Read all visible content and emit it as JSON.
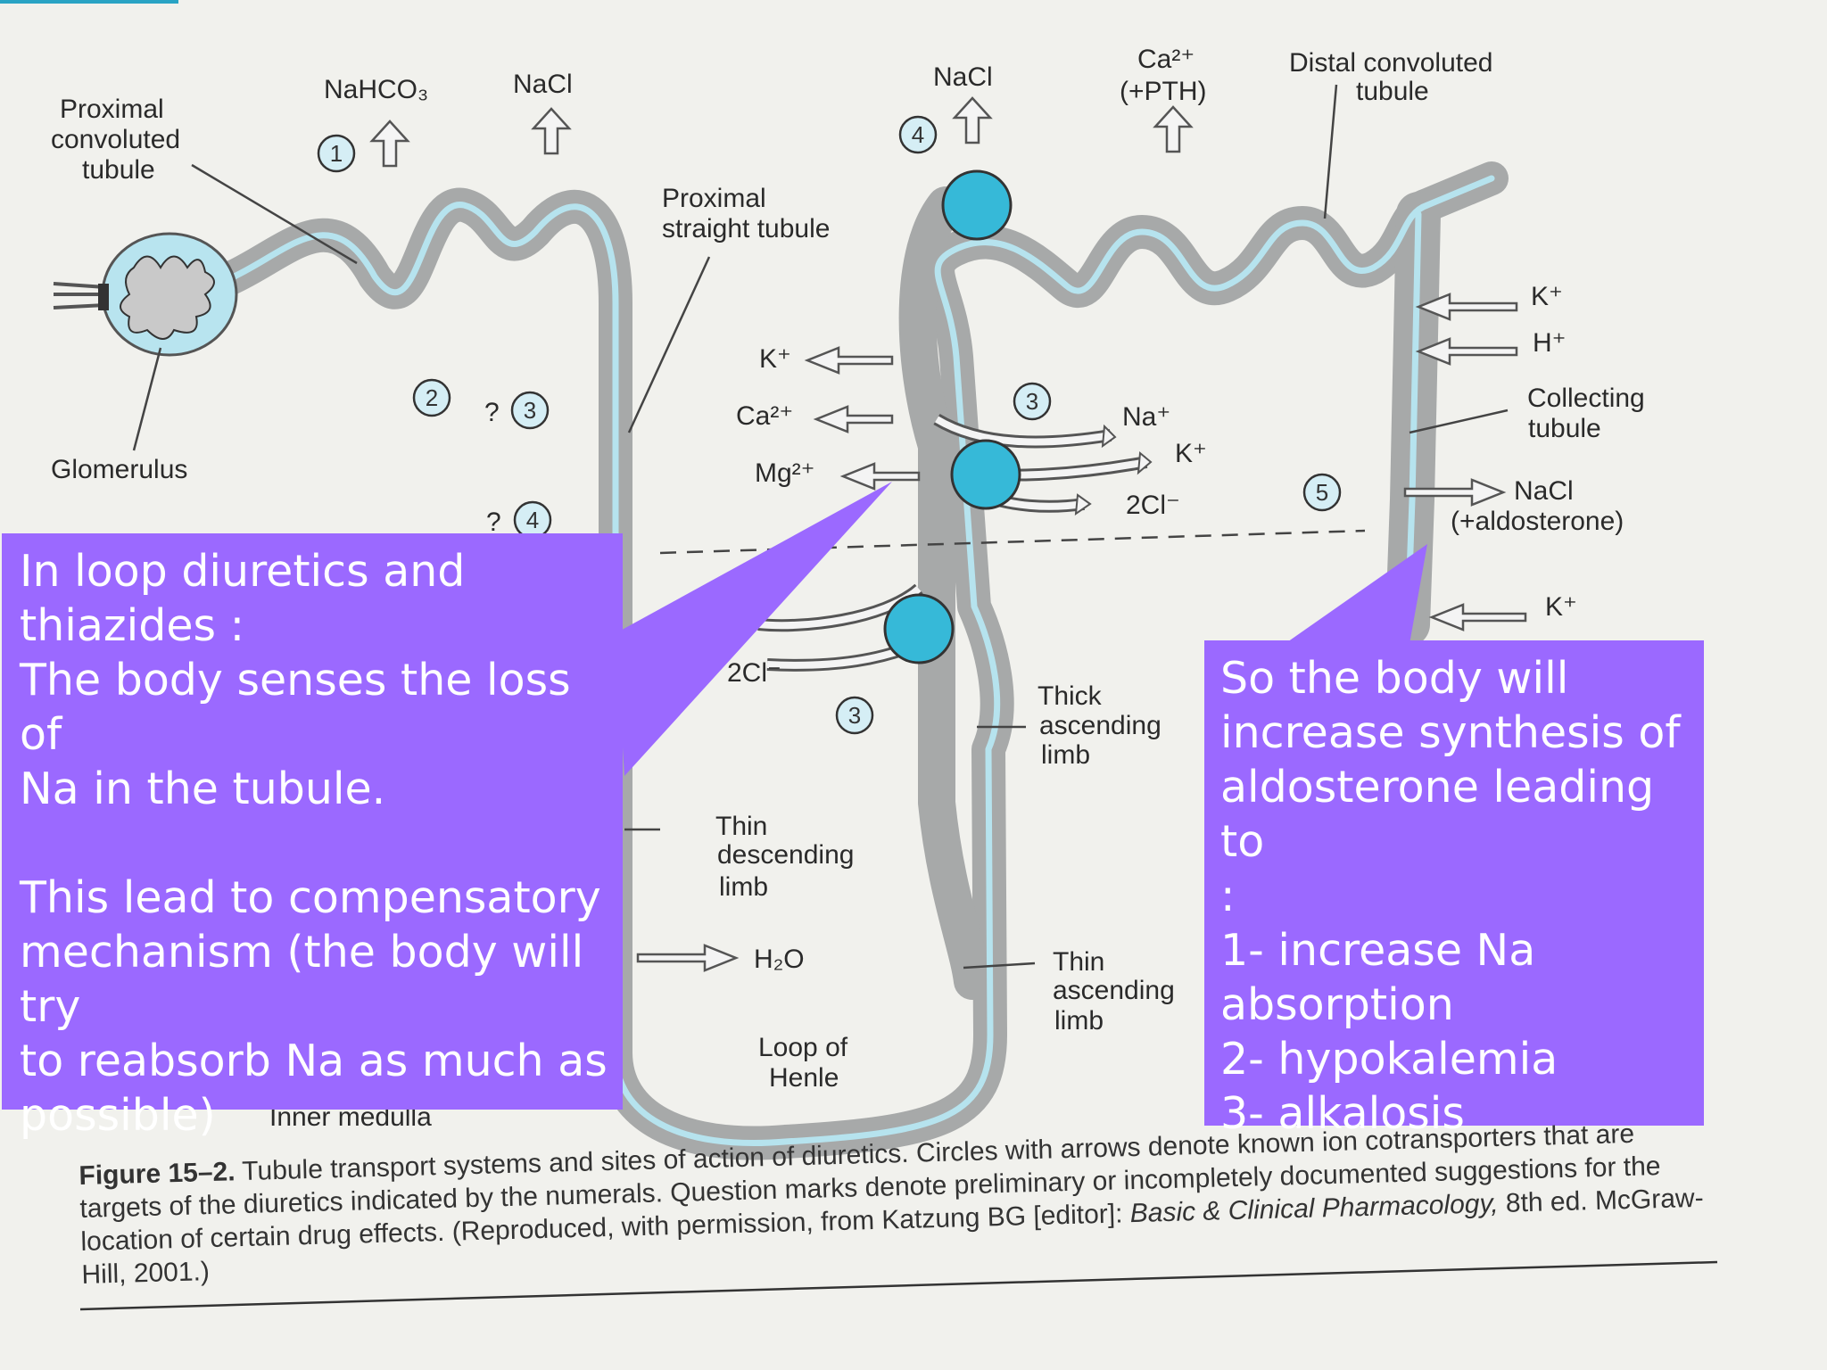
{
  "diagram": {
    "labels": {
      "proximal_convoluted_tubule": [
        "Proximal",
        "convoluted",
        "tubule"
      ],
      "nahco3": "NaHCO₃",
      "nacl_top_1": "NaCl",
      "nacl_top_2": "NaCl",
      "ca_pth": [
        "Ca²⁺",
        "(+PTH)"
      ],
      "distal_convoluted_tubule": [
        "Distal convoluted",
        "tubule"
      ],
      "proximal_straight_tubule": [
        "Proximal",
        "straight tubule"
      ],
      "glomerulus": "Glomerulus",
      "k_left": "K⁺",
      "ca_left": "Ca²⁺",
      "mg_left": "Mg²⁺",
      "na_right": "Na⁺",
      "k_right": "K⁺",
      "cl2_right": "2Cl⁻",
      "cl2_left": "2Cl⁻",
      "k_collecting_1": "K⁺",
      "h_collecting": "H⁺",
      "collecting_tubule": [
        "Collecting",
        "tubule"
      ],
      "nacl_aldosterone": [
        "NaCl",
        "(+aldosterone)"
      ],
      "k_collecting_2": "K⁺",
      "thick_ascending_limb": [
        "Thick",
        "ascending",
        "limb"
      ],
      "thin_descending_limb": [
        "Thin",
        "descending",
        "limb"
      ],
      "h2o": "H₂O",
      "thin_ascending_limb": [
        "Thin",
        "ascending",
        "limb"
      ],
      "loop_of_henle": [
        "Loop of",
        "Henle"
      ],
      "inner_medulla": "Inner medulla"
    },
    "site_numbers": {
      "s1": "1",
      "s2": "2",
      "s3a": "3",
      "s4a": "4",
      "s4b": "4",
      "s3b": "3",
      "s3c": "3",
      "s5": "5",
      "q": "?"
    },
    "colors": {
      "tubule_wall": "#a7a9a9",
      "lumen": "#b6e3ee",
      "transporter": "#36b9d8",
      "callout": "#9b69ff"
    }
  },
  "callouts": {
    "left": {
      "p1": "In loop diuretics and\nthiazides :\nThe body senses the loss of\nNa in the tubule.",
      "p2": "This lead to compensatory\nmechanism (the body will try\nto reabsorb Na as much as\npossible)"
    },
    "right": {
      "text": "So the body will\nincrease synthesis of\naldosterone leading to\n:\n1- increase Na\nabsorption\n2- hypokalemia\n3- alkalosis"
    }
  },
  "caption": {
    "figure_label": "Figure 15–2.",
    "text_1": " Tubule transport systems and sites of action of diuretics. Circles with arrows denote known ion cotransporters that are targets of the diuretics indicated by the numerals. Question marks denote preliminary or incompletely documented suggestions for the location of certain drug effects. (Reproduced, with permission, from Katzung BG [editor]: ",
    "book": "Basic & Clinical Pharmacology,",
    "text_2": " 8th ed. McGraw-Hill, 2001.)"
  }
}
